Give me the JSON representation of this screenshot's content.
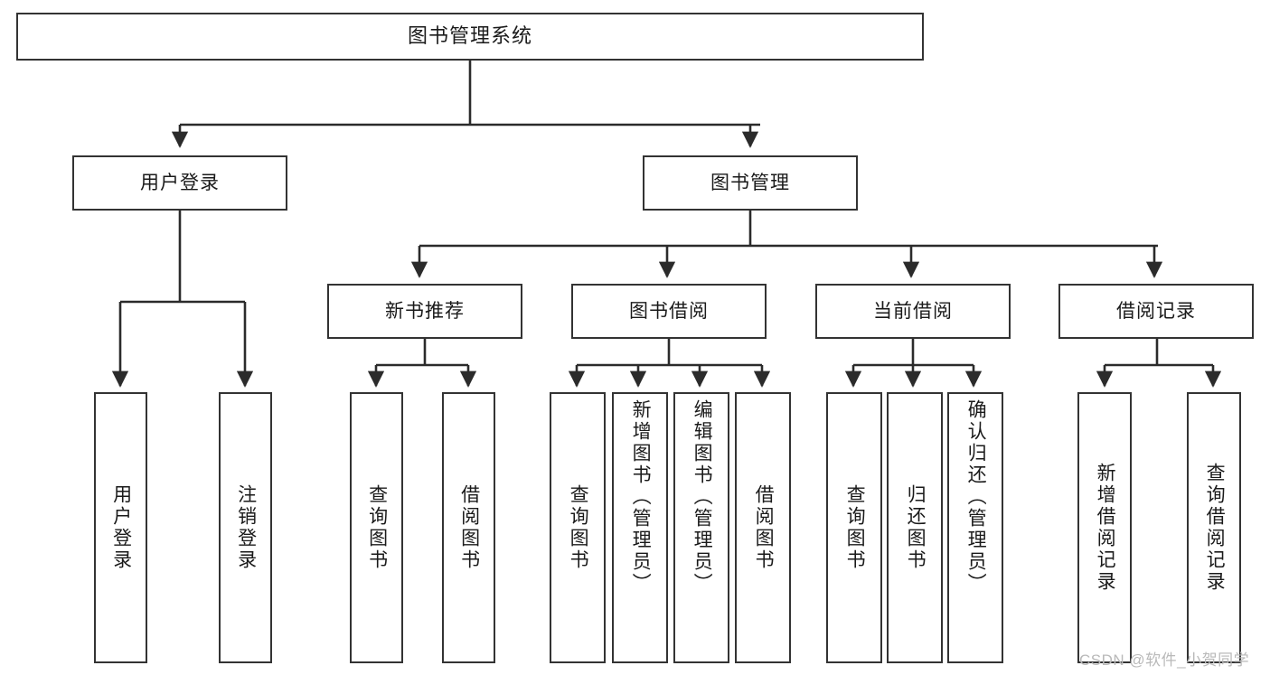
{
  "diagram": {
    "title": "图书管理系统",
    "type": "tree-hierarchy",
    "levels": 4,
    "root": {
      "label": "图书管理系统"
    },
    "level2": [
      {
        "label": "用户登录"
      },
      {
        "label": "图书管理"
      }
    ],
    "level3": [
      {
        "label": "新书推荐"
      },
      {
        "label": "图书借阅"
      },
      {
        "label": "当前借阅"
      },
      {
        "label": "借阅记录"
      }
    ],
    "leaves": {
      "user_login": [
        {
          "label": "用户登录"
        },
        {
          "label": "注销登录"
        }
      ],
      "new_book_recommend": [
        {
          "label": "查询图书"
        },
        {
          "label": "借阅图书"
        }
      ],
      "book_borrow": [
        {
          "label": "查询图书"
        },
        {
          "label": "新增图书（管理员）"
        },
        {
          "label": "编辑图书（管理员）"
        },
        {
          "label": "借阅图书"
        }
      ],
      "current_borrow": [
        {
          "label": "查询图书"
        },
        {
          "label": "归还图书"
        },
        {
          "label": "确认归还（管理员）"
        }
      ],
      "borrow_record": [
        {
          "label": "新增借阅记录"
        },
        {
          "label": "查询借阅记录"
        }
      ]
    }
  },
  "watermark": {
    "text": "CSDN @软件_小贺同学"
  },
  "colors": {
    "border": "#333333",
    "text": "#1a1a1a",
    "background": "#ffffff",
    "edge": "#2b2b2b",
    "watermark": "#b9b9b9"
  }
}
